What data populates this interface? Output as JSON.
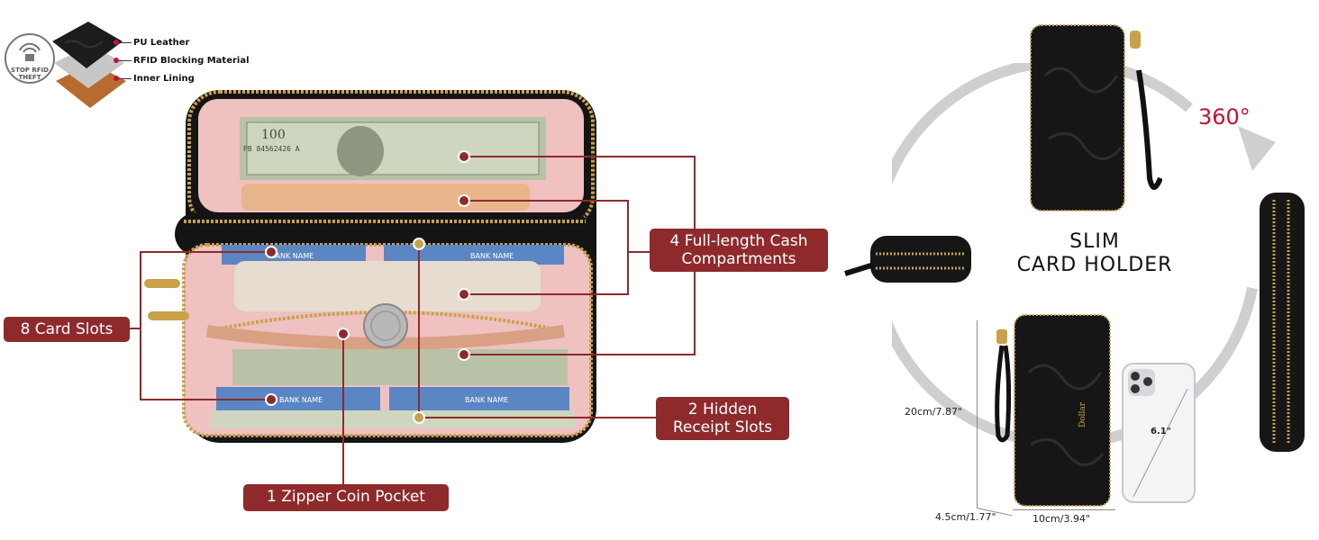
{
  "rfid": {
    "badge_line1": "STOP RFID",
    "badge_line2": "THEFT",
    "layers": [
      "PU Leather",
      "RFID Blocking Material",
      "Inner Lining"
    ]
  },
  "callouts": {
    "cash": [
      "4 Full-length Cash",
      "Compartments"
    ],
    "cards": "8 Card Slots",
    "receipt": [
      "2 Hidden",
      "Receipt Slots"
    ],
    "coin": "1 Zipper Coin Pocket"
  },
  "wallet_print": {
    "bank_name": "BANK NAME",
    "note_value": "100",
    "note_serial": "PB 84562426 A",
    "brand": "Dollar"
  },
  "product_views": {
    "rotation": "360°",
    "title_line1": "SLIM",
    "title_line2": "CARD HOLDER",
    "height": "20cm/7.87\"",
    "depth": "4.5cm/1.77\"",
    "width": "10cm/3.94\"",
    "phone_size": "6.1\""
  },
  "colors": {
    "callout": "#8e2a2c",
    "leather": "#151515",
    "lining": "#e9b5b5",
    "zipper": "#c9a14a",
    "rotation_arrow": "#cfcfcf",
    "rotation_text": "#c8102e"
  }
}
